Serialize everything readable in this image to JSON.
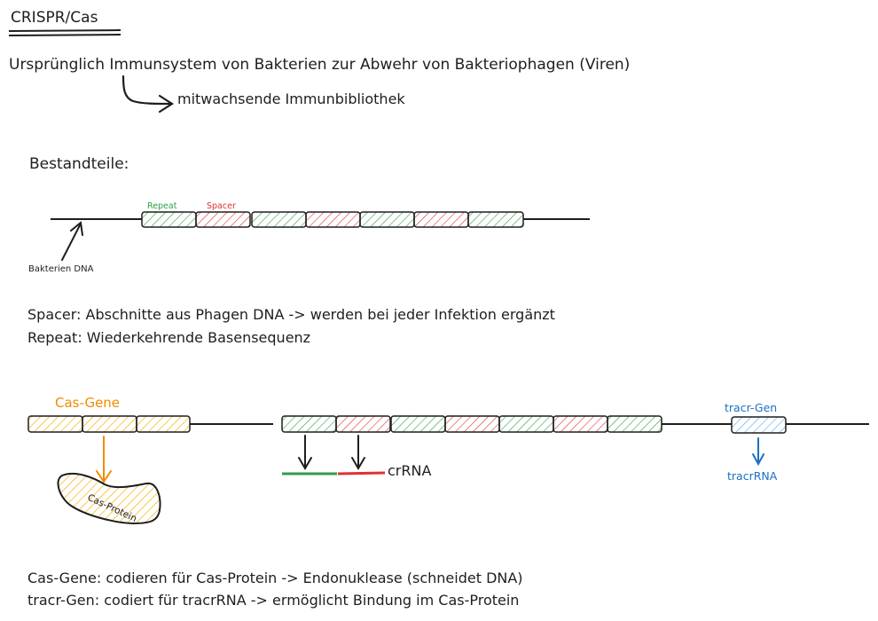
{
  "title": "CRISPR/Cas",
  "intro": "Ursprünglich Immunsystem von Bakterien zur Abwehr von Bakteriophagen (Viren)",
  "intro_sub": "mitwachsende Immunbibliothek",
  "section_heading": "Bestandteile:",
  "labels": {
    "repeat": "Repeat",
    "spacer": "Spacer",
    "bakterien_dna": "Bakterien DNA",
    "cas_gene": "Cas-Gene",
    "cas_protein": "Cas-Protein",
    "crrna": "crRNA",
    "tracr_gen": "tracr-Gen",
    "tracrrna": "tracrRNA"
  },
  "definitions": {
    "spacer": "Spacer: Abschnitte aus Phagen DNA -> werden bei jeder Infektion ergänzt",
    "repeat": "Repeat: Wiederkehrende Basensequenz",
    "cas_gene": "Cas-Gene: codieren für Cas-Protein -> Endonuklease (schneidet DNA)",
    "tracr_gen": "tracr-Gen: codiert für tracrRNA -> ermöglicht Bindung im Cas-Protein"
  },
  "colors": {
    "ink": "#1e1e1e",
    "repeat_green": "#2f9e44",
    "spacer_red": "#e03131",
    "cas_orange": "#f08c00",
    "cas_fill_yellow": "#fab005",
    "tracr_blue": "#1971c2"
  },
  "array1_segments": [
    "repeat",
    "spacer",
    "repeat",
    "spacer",
    "repeat",
    "spacer",
    "repeat"
  ],
  "array2_segments": [
    "repeat",
    "spacer",
    "repeat",
    "spacer",
    "repeat",
    "spacer",
    "repeat"
  ]
}
